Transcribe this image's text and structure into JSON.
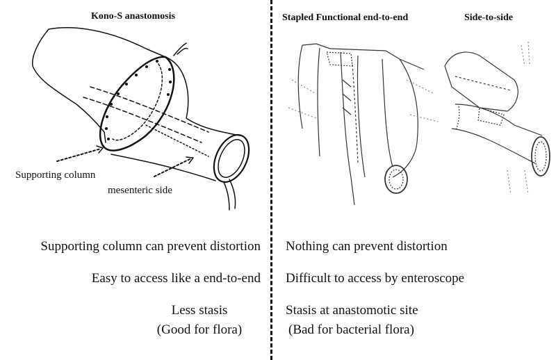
{
  "panels": {
    "left_title": "Kono-S anastomosis",
    "middle_title": "Stapled Functional end-to-end",
    "right_title": "Side-to-side"
  },
  "annotations": {
    "supporting_column": "Supporting column",
    "mesenteric_side": "mesenteric side"
  },
  "comparison": {
    "left": {
      "row1": "Supporting column can prevent distortion",
      "row2": "Easy to access like a end-to-end",
      "row3_line1": "Less stasis",
      "row3_line2": "(Good for flora)"
    },
    "right": {
      "row1": "Nothing can prevent distortion",
      "row2": "Difficult to access by enteroscope",
      "row3_line1": "Stasis at anastomotic site",
      "row3_line2": "(Bad for bacterial flora)"
    }
  }
}
